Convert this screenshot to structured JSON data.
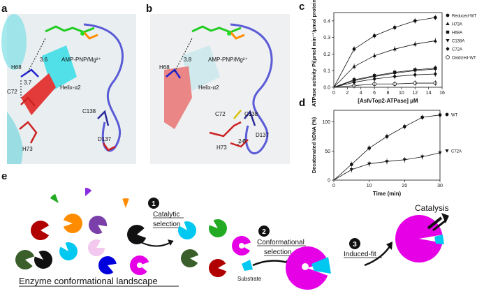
{
  "panels": {
    "a": {
      "letter": "a",
      "labels": {
        "ligand": "AMP-PNP/Mg²⁺",
        "h68": "H68",
        "c72": "C72",
        "h73": "H73",
        "c138": "C138",
        "d137": "D137",
        "helix": "Helix-α2",
        "d1": "3.6",
        "d2": "3.7"
      }
    },
    "b": {
      "letter": "b",
      "labels": {
        "ligand": "AMP-PNP/Mg²⁺",
        "h68": "H68",
        "c72": "C72",
        "h73": "H73",
        "c138": "C138",
        "d137": "D137",
        "helix": "Helix-α2",
        "d1": "3.8",
        "d2": "2.8"
      }
    },
    "c": {
      "letter": "c"
    },
    "d": {
      "letter": "d"
    },
    "e": {
      "letter": "e",
      "steps": {
        "s1_num": "1",
        "s1_line1": "Catalytic",
        "s1_line2": "selection",
        "s2_num": "2",
        "s2_line1": "Conformational",
        "s2_line2": "selection",
        "s3_num": "3",
        "s3_line1": "Induced-fit"
      },
      "substrate_label": "Substrate",
      "landscape_label": "Enzyme conformational landscape",
      "catalysis_label": "Catalysis"
    }
  },
  "colors": {
    "magenta": "#e600e6",
    "cyan": "#00c8f0",
    "orange": "#ff8c00",
    "purple": "#8a2be2",
    "red": "#b00000",
    "green": "#22aa22",
    "darkgreen": "#3a5f2a",
    "blue": "#0000dd",
    "pink": "#f2c8ee",
    "violet": "#7a3fa8",
    "black": "#111111",
    "helix_cyan": "#52e0e8",
    "loop_blue": "#5b5bd6"
  },
  "chart_data": [
    {
      "id": "c",
      "type": "scatter",
      "xlabel": "[AsfvTop2-ATPase] μM",
      "ylabel": "ATPase activity Pi(μmol min⁻¹/μmol protein⁻¹)",
      "xlim": [
        0,
        16
      ],
      "ylim": [
        0,
        0.45
      ],
      "xticks": [
        0,
        2,
        4,
        6,
        8,
        10,
        12,
        14,
        16
      ],
      "yticks": [
        0.0,
        0.1,
        0.2,
        0.3,
        0.4
      ],
      "legend_position": "top-right",
      "series": [
        {
          "name": "Reduced-WT",
          "marker": "circle",
          "x": [
            0,
            3,
            6,
            9,
            12,
            15
          ],
          "y": [
            0,
            0.23,
            0.31,
            0.36,
            0.4,
            0.42
          ]
        },
        {
          "name": "H73A",
          "marker": "triangle",
          "x": [
            0,
            3,
            6,
            9,
            12,
            15
          ],
          "y": [
            0,
            0.125,
            0.19,
            0.23,
            0.26,
            0.28
          ]
        },
        {
          "name": "H68A",
          "marker": "square",
          "x": [
            0,
            3,
            6,
            9,
            12,
            15
          ],
          "y": [
            0,
            0.045,
            0.07,
            0.09,
            0.105,
            0.115
          ]
        },
        {
          "name": "C138A",
          "marker": "triangle-down",
          "x": [
            0,
            3,
            6,
            9,
            12,
            15
          ],
          "y": [
            0,
            0.04,
            0.065,
            0.085,
            0.1,
            0.11
          ]
        },
        {
          "name": "C72A",
          "marker": "diamond",
          "x": [
            0,
            3,
            6,
            9,
            12,
            15
          ],
          "y": [
            0,
            0.03,
            0.05,
            0.065,
            0.075,
            0.08
          ]
        },
        {
          "name": "Oxidized-WT",
          "marker": "open-circle",
          "x": [
            0,
            3,
            6,
            9,
            12,
            15
          ],
          "y": [
            0,
            0.01,
            0.02,
            0.02,
            0.025,
            0.025
          ]
        }
      ]
    },
    {
      "id": "d",
      "type": "scatter",
      "xlabel": "Time (min)",
      "ylabel": "Decatenated kDNA (%)",
      "xlim": [
        0,
        30
      ],
      "ylim": [
        0,
        120
      ],
      "xticks": [
        0,
        10,
        20,
        30
      ],
      "yticks": [
        0,
        50,
        100
      ],
      "legend_position": "top-right",
      "series": [
        {
          "name": "WT",
          "marker": "circle",
          "x": [
            0,
            5,
            10,
            15,
            20,
            25,
            30
          ],
          "y": [
            0,
            27,
            55,
            75,
            92,
            108,
            112
          ]
        },
        {
          "name": "C72A",
          "marker": "triangle-down",
          "x": [
            0,
            5,
            10,
            15,
            20,
            25,
            30
          ],
          "y": [
            0,
            18,
            28,
            32,
            35,
            40,
            47
          ]
        }
      ]
    }
  ]
}
